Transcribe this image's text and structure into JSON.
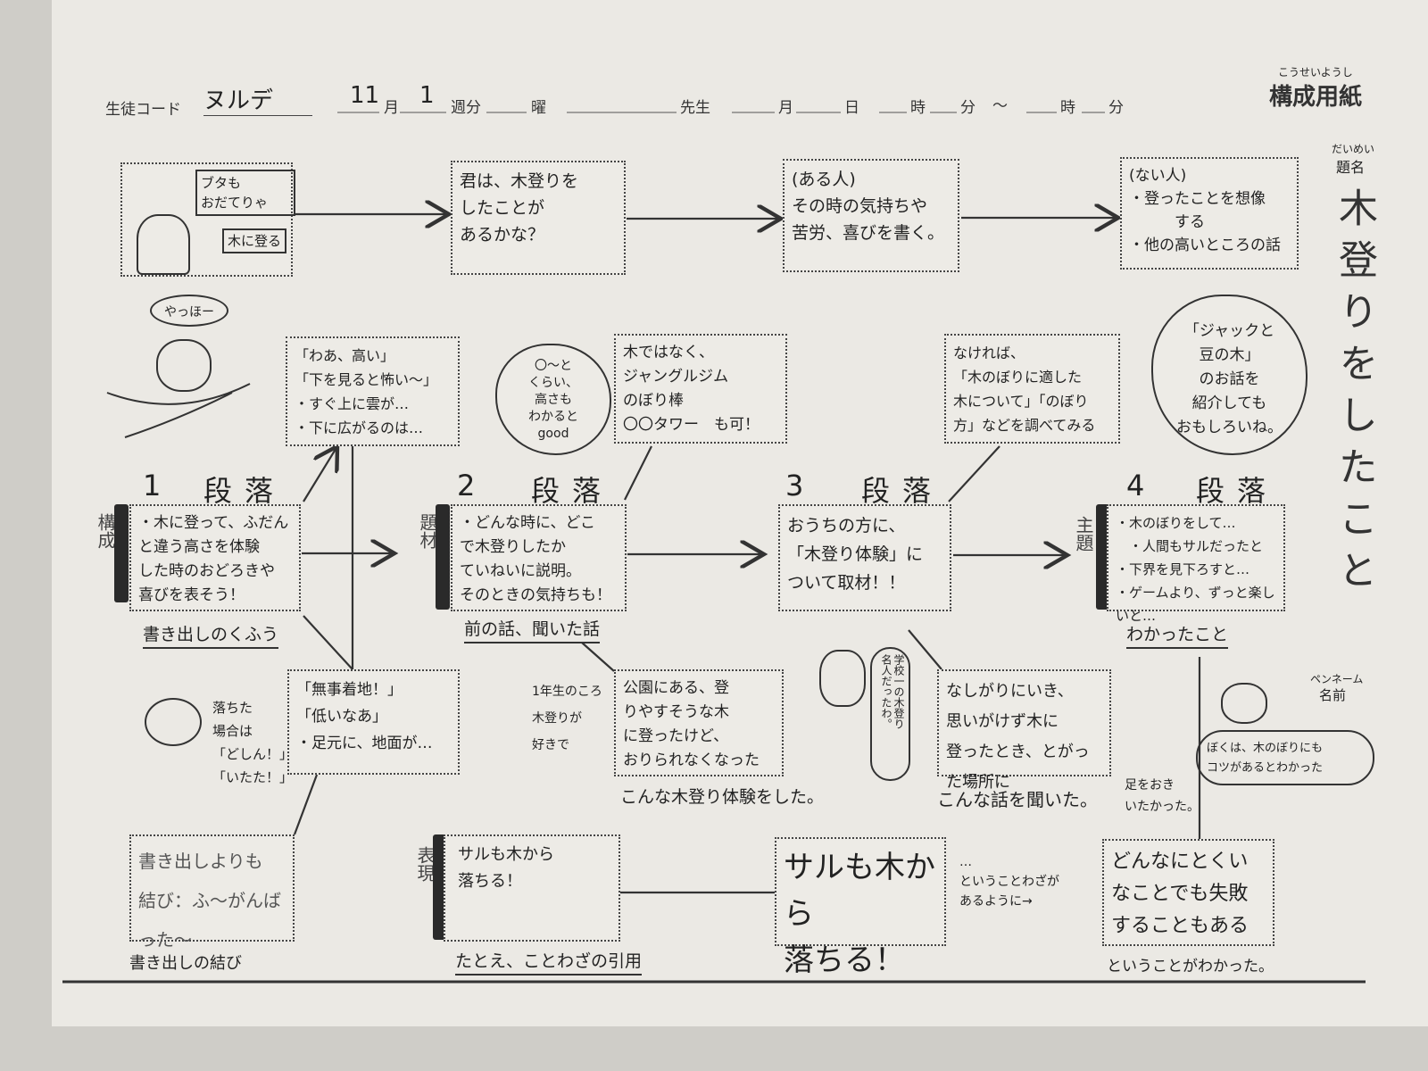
{
  "header": {
    "student_code_label": "生徒コード",
    "student_code_value": "ヌルデ",
    "month_value": "11",
    "month_label": "月",
    "week_value": "1",
    "week_label": "週分",
    "day_label": "曜",
    "teacher_label": "先生",
    "date_month_label": "月",
    "date_day_label": "日",
    "time_hour_label": "時",
    "time_min_label": "分",
    "tilde": "〜",
    "time_hour2_label": "時",
    "time_min2_label": "分",
    "sheet_title": "構成用紙",
    "sheet_title_ruby": "こうせいようし"
  },
  "title_area": {
    "label": "題名",
    "label_ruby": "だいめい",
    "title": "木登りをしたこと"
  },
  "top_row": {
    "intro_bubble_1": "ブタも\nおだてりゃ",
    "intro_bubble_2": "木に登る",
    "box_question": "君は、木登りを\nしたことが\nあるかな？",
    "box_have": "(ある人)\nその時の気持ちや\n苦労、喜びを書く。",
    "box_havent": "(ない人)\n・登ったことを想像\n　　　する\n・他の高いところの話"
  },
  "doodles": {
    "bear_speech": "やっほー",
    "thought_cloud_1": "〇〜と\nくらい、\n高さも\nわかると\ngood",
    "jack_cloud": "「ジャックと\n豆の木」\nのお話を\n紹介しても\nおもしろいね。",
    "fall_note": "落ちた\n場合は\n「どしん！」\n「いたた！」",
    "pig_speech": "学校一の木登り\n名人だったわ。",
    "bear_speech_2": "ぼくは、木のぼりにも\nコツがあるとわかった",
    "pen_name_ruby": "ペンネーム",
    "pen_name_label": "名前"
  },
  "row2": {
    "feelings_box": "「わあ、高い」\n「下を見ると怖い〜」\n・すぐ上に雲が…\n・下に広がるのは…",
    "alternative_box": "木ではなく、\nジャングルジム\nのぼり棒\n〇〇タワー　も可！",
    "research_box": "なければ、\n「木のぼりに適した\n木について」「のぼり\n方」などを調べてみる"
  },
  "paragraphs": [
    {
      "num": "1",
      "label": "段落",
      "side": "構成",
      "text": "・木に登って、ふだん\nと違う高さを体験\nした時のおどろきや\n喜びを表そう！",
      "under": "書き出しのくふう"
    },
    {
      "num": "2",
      "label": "段落",
      "side": "題材",
      "text": "・どんな時に、どこ\nで木登りしたか\nていねいに説明。\nそのときの気持ちも！",
      "under": "前の話、聞いた話"
    },
    {
      "num": "3",
      "label": "段落",
      "side": "",
      "text": "おうちの方に、\n「木登り体験」に\nついて取材！！",
      "under": ""
    },
    {
      "num": "4",
      "label": "段落",
      "side": "主題",
      "text": "・木のぼりをして…\n　・人間もサルだったと\n・下界を見下ろすと…\n・ゲームより、ずっと楽しいと…",
      "under": "わかったこと"
    }
  ],
  "row4": {
    "landing_box": "「無事着地！」\n「低いなあ」\n・足元に、地面が…",
    "experience_prefix": "1年生のころ\n木登りが\n好きで",
    "experience_box": "公園にある、登\nりやすそうな木\nに登ったけど、\nおりられなくなった",
    "experience_suffix": "こんな木登り体験をした。",
    "heard_box": "なしがりにいき、\n思いがけず木に\n登ったとき、とがった場所に",
    "heard_extra": "足をおき\nいたかった。",
    "heard_suffix": "こんな話を聞いた。"
  },
  "bottom_row": {
    "ending_box": "書き出しよりも\n結び：ふ〜がんばった〜",
    "ending_label": "書き出しの結び",
    "proverb_side": "表現",
    "proverb_box": "サルも木から\n落ちる！",
    "proverb_label": "たとえ、ことわざの引用",
    "proverb_big": "サルも木から\n落ちる！",
    "proverb_note": "…\nということわざが\nあるように→",
    "lesson_box": "どんなにとくい\nなことでも失敗\nすることもある",
    "lesson_suffix": "ということがわかった。"
  }
}
